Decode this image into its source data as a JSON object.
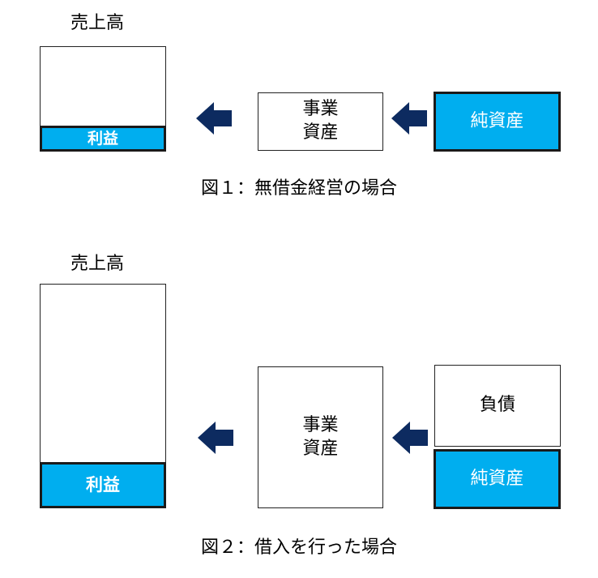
{
  "colors": {
    "profit_fill": "#00aeef",
    "arrow": "#0d2b60",
    "border": "#1a1a1a"
  },
  "figure1": {
    "sales_label": "売上高",
    "profit_label": "利益",
    "business_assets_label": "事業\n資産",
    "net_assets_label": "純資産",
    "caption": "図１：無借金経営の場合"
  },
  "figure2": {
    "sales_label": "売上高",
    "profit_label": "利益",
    "business_assets_label": "事業\n資産",
    "liabilities_label": "負債",
    "net_assets_label": "純資産",
    "caption": "図２：借入を行った場合"
  }
}
